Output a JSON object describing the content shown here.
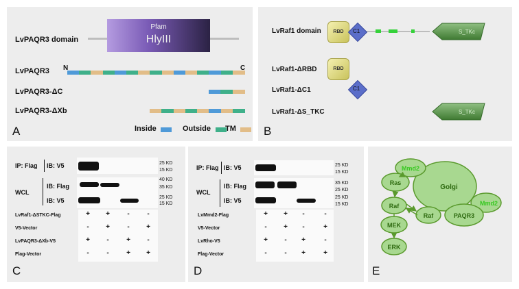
{
  "panelA": {
    "label": "A",
    "domain_label": "LvPAQR3 domain",
    "pfam_small": "Pfam",
    "pfam_big": "HlyIII",
    "rows": [
      "LvPAQR3",
      "LvPAQR3-ΔC",
      "LvPAQR3-ΔXb"
    ],
    "n_term": "N",
    "c_term": "C",
    "legend": {
      "inside": "Inside",
      "outside": "Outside",
      "tm": "TM"
    },
    "colors": {
      "inside": "#4f9ad8",
      "outside": "#3fb08a",
      "tm": "#e2bd88"
    }
  },
  "panelB": {
    "label": "B",
    "rows": [
      "LvRaf1 domain",
      "LvRaf1-ΔRBD",
      "LvRaf1-ΔC1",
      "LvRaf1-ΔS_TKC"
    ],
    "rbd": "RBD",
    "c1": "C1",
    "stkc": "S_TKc"
  },
  "panelC": {
    "label": "C",
    "ip_label": "IP: Flag",
    "ib_v5": "IB: V5",
    "wcl": "WCL",
    "ib_flag": "IB: Flag",
    "ib_v5_2": "IB: V5",
    "markers_top": [
      "25 KD",
      "15 KD"
    ],
    "markers_bottom": [
      "40 KD",
      "35 KD",
      "25 KD",
      "15 KD"
    ],
    "table": [
      {
        "name": "LvRaf1-ΔSTKC-Flag",
        "vals": [
          "+",
          "+",
          "-",
          "-"
        ]
      },
      {
        "name": "V5-Vector",
        "vals": [
          "-",
          "+",
          "-",
          "+"
        ]
      },
      {
        "name": "LvPAQR3-ΔXb-V5",
        "vals": [
          "+",
          "-",
          "+",
          "-"
        ]
      },
      {
        "name": "Flag-Vector",
        "vals": [
          "-",
          "-",
          "+",
          "+"
        ]
      }
    ]
  },
  "panelD": {
    "label": "D",
    "ip_label": "IP: Flag",
    "ib_v5": "IB: V5",
    "wcl": "WCL",
    "ib_flag": "IB: Flag",
    "ib_v5_2": "IB: V5",
    "markers_top": [
      "25 KD",
      "15 KD"
    ],
    "markers_bottom": [
      "35 KD",
      "25 KD",
      "25 KD",
      "15 KD"
    ],
    "table": [
      {
        "name": "LvMmd2-Flag",
        "vals": [
          "+",
          "+",
          "-",
          "-"
        ]
      },
      {
        "name": "V5-Vector",
        "vals": [
          "-",
          "+",
          "-",
          "+"
        ]
      },
      {
        "name": "LvRho-V5",
        "vals": [
          "+",
          "-",
          "+",
          "-"
        ]
      },
      {
        "name": "Flag-Vector",
        "vals": [
          "-",
          "-",
          "+",
          "+"
        ]
      }
    ]
  },
  "panelE": {
    "label": "E",
    "nodes": {
      "mmd2_top": "Mmd2",
      "ras": "Ras",
      "golgi": "Golgi",
      "raf1": "Raf",
      "raf2": "Raf",
      "mmd2_right": "Mmd2",
      "paqr3": "PAQR3",
      "mek": "MEK",
      "erk": "ERK"
    }
  }
}
